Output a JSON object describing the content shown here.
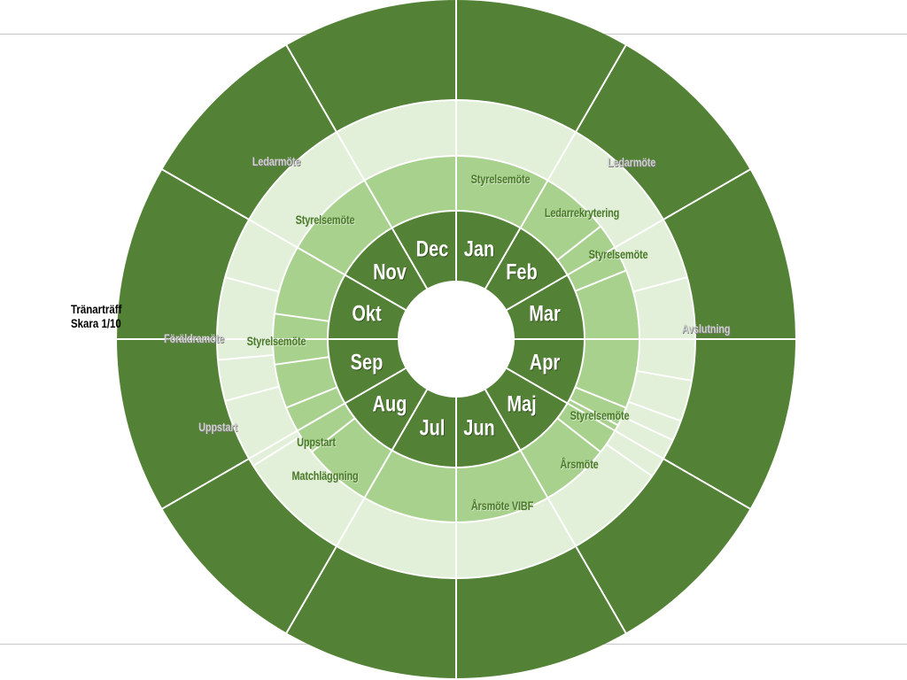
{
  "colors": {
    "outer": "#538135",
    "medium": "#a9d18e",
    "light": "#e2efd9",
    "divider": "#ffffff"
  },
  "months": [
    "Jan",
    "Feb",
    "Mar",
    "Apr",
    "Maj",
    "Jun",
    "Jul",
    "Aug",
    "Sep",
    "Okt",
    "Nov",
    "Dec"
  ],
  "events": [
    {
      "text": "Ledarmöte",
      "style": "grey"
    },
    {
      "text": "Ledarmöte",
      "style": "grey"
    },
    {
      "text": "Styrelsemöte",
      "style": "green"
    },
    {
      "text": "Ledarrekrytering",
      "style": "green"
    },
    {
      "text": "Styrelsemöte",
      "style": "green"
    },
    {
      "text": "Styrelsemöte",
      "style": "green"
    },
    {
      "text": "Avslutning",
      "style": "grey"
    },
    {
      "text": "Föräldramöte",
      "style": "grey"
    },
    {
      "text": "Styrelsemöte",
      "style": "green"
    },
    {
      "text": "Uppstart",
      "style": "grey"
    },
    {
      "text": "Styrelsemöte",
      "style": "green"
    },
    {
      "text": "Uppstart",
      "style": "green"
    },
    {
      "text": "Årsmöte",
      "style": "green"
    },
    {
      "text": "Matchläggning",
      "style": "green"
    },
    {
      "text": "Årsmöte VIBF",
      "style": "green"
    }
  ],
  "note": {
    "line1": "Tränarträff",
    "line2": "Skara 1/10"
  }
}
